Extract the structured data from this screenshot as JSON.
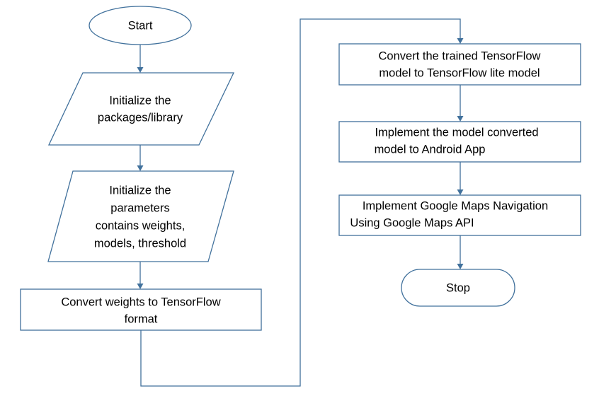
{
  "flowchart": {
    "start": "Start",
    "init_packages": [
      "Initialize the",
      "packages/library"
    ],
    "init_parameters": [
      "Initialize the",
      "parameters",
      "contains weights,",
      "models, threshold"
    ],
    "convert_weights": [
      "Convert weights to TensorFlow",
      "format"
    ],
    "convert_lite": [
      "Convert the trained TensorFlow",
      "model to TensorFlow lite model"
    ],
    "implement_android": [
      "Implement the model converted",
      "model to Android App"
    ],
    "implement_maps": [
      "Implement Google Maps Navigation",
      "Using Google Maps API"
    ],
    "stop": "Stop"
  },
  "colors": {
    "stroke": "#41719c",
    "fill": "#ffffff",
    "text": "#000000"
  }
}
